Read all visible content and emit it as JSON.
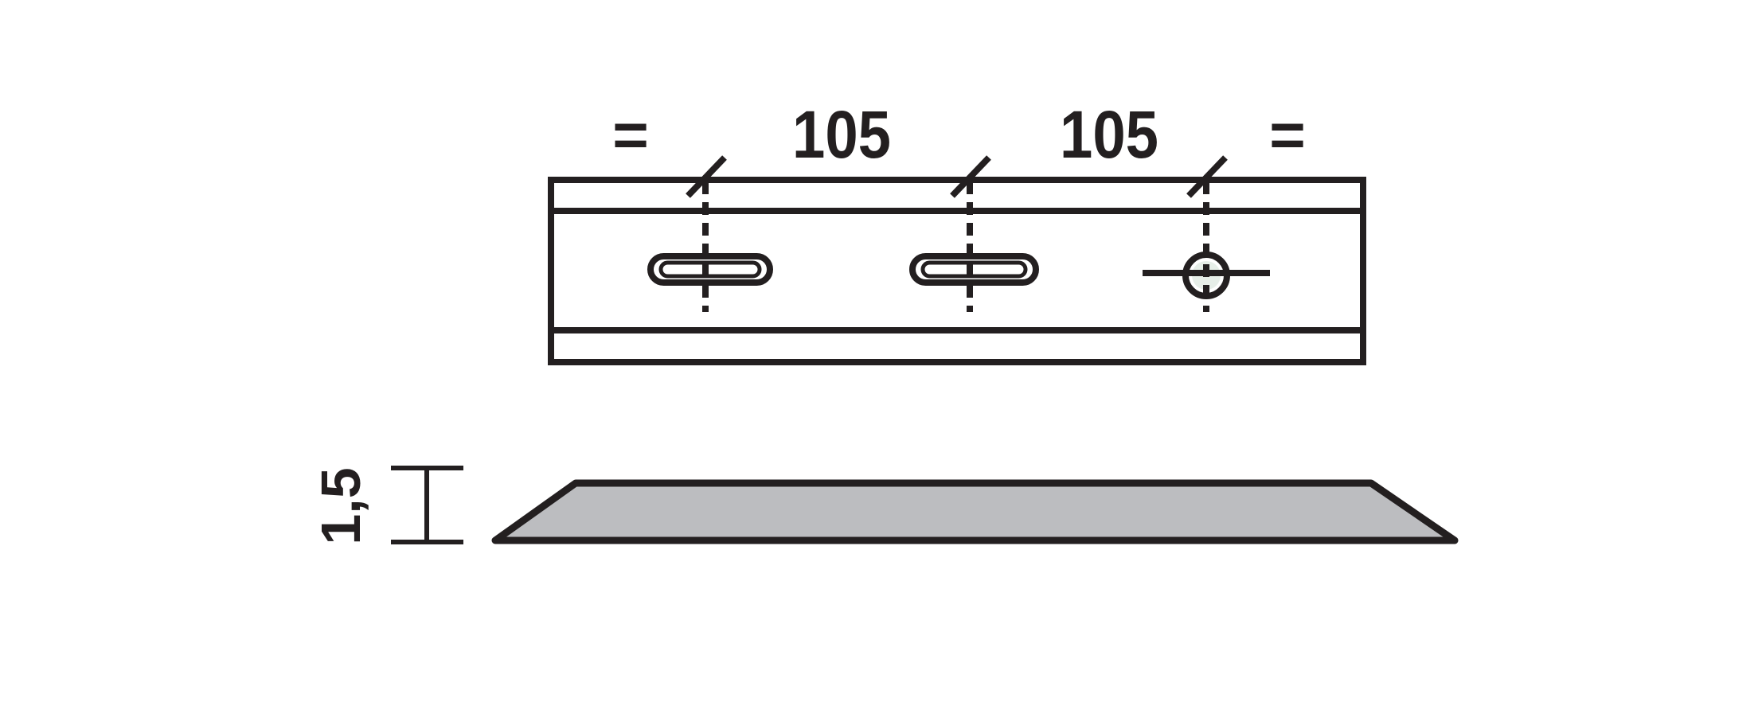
{
  "colors": {
    "stroke": "#231f20",
    "plate_fill": "#bcbdc0",
    "background": "#ffffff"
  },
  "top_view": {
    "edge_spacing_left": "=",
    "hole_spacing_1": "105",
    "hole_spacing_2": "105",
    "edge_spacing_right": "=",
    "holes": [
      {
        "shape": "slot"
      },
      {
        "shape": "slot"
      },
      {
        "shape": "round"
      }
    ]
  },
  "side_view": {
    "thickness": "1,5"
  }
}
